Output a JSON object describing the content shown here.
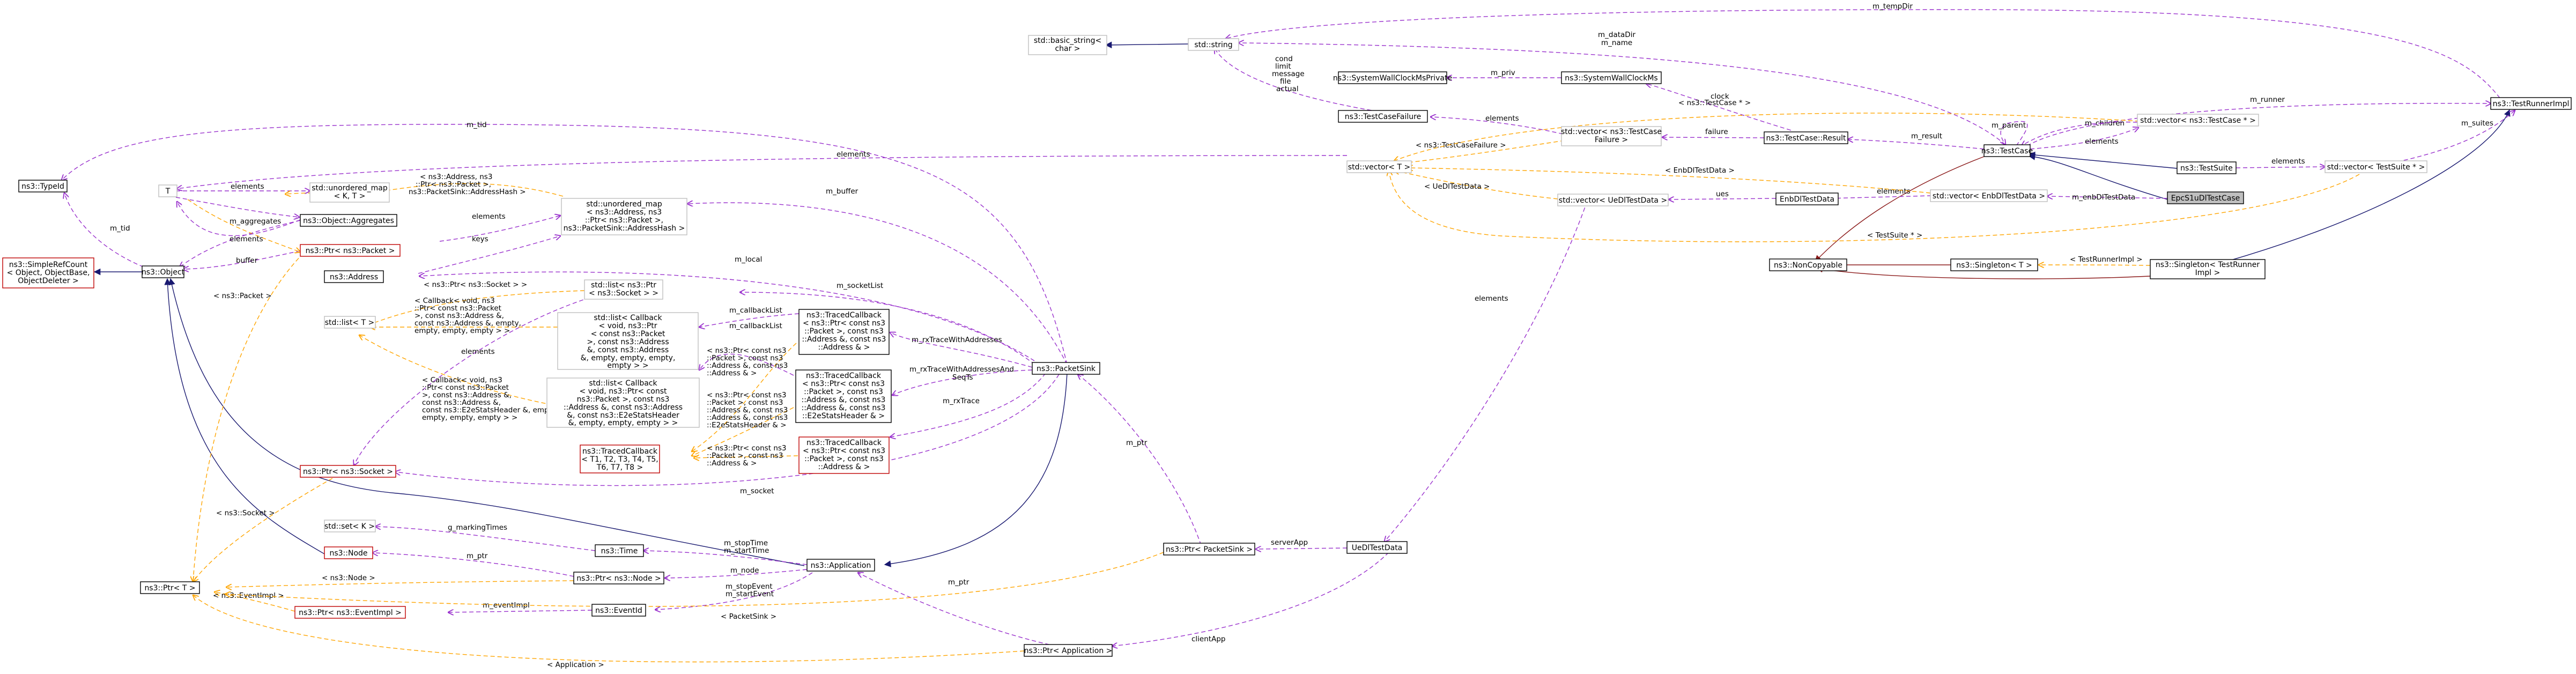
{
  "nodes": {
    "typeid": "ns3::TypeId",
    "simplerefcount": [
      "ns3::SimpleRefCount",
      "< Object, ObjectBase,",
      "ObjectDeleter >"
    ],
    "object": "ns3::Object",
    "t": "T",
    "unordered_map_k_t": [
      "std::unordered_map",
      "< K, T >"
    ],
    "aggregates": "ns3::Object::Aggregates",
    "ptr_packet": "ns3::Ptr< ns3::Packet >",
    "unordered_map_addr": [
      "std::unordered_map",
      "< ns3::Address, ns3",
      "::Ptr< ns3::Packet >,",
      "ns3::PacketSink::AddressHash >"
    ],
    "address": "ns3::Address",
    "list_t": "std::list< T >",
    "list_ptr_socket": [
      "std::list< ns3::Ptr",
      "< ns3::Socket > >"
    ],
    "list_callback1": [
      "std::list< Callback",
      "< void, ns3::Ptr",
      "< const ns3::Packet",
      ">, const ns3::Address",
      "&, const ns3::Address",
      "&, empty, empty, empty,",
      "empty > >"
    ],
    "list_callback2": [
      "std::list< Callback",
      "< void, ns3::Ptr< const",
      "ns3::Packet >, const ns3",
      "::Address &, const ns3::Address",
      "&, const ns3::E2eStatsHeader",
      "&, empty, empty, empty > >"
    ],
    "tracedcallback_generic": [
      "ns3::TracedCallback",
      "< T1, T2, T3, T4, T5,",
      "T6, T7, T8 >"
    ],
    "tracedcallback1": [
      "ns3::TracedCallback",
      "< ns3::Ptr< const ns3",
      "::Packet >, const ns3",
      "::Address &, const ns3",
      "::Address & >"
    ],
    "tracedcallback2": [
      "ns3::TracedCallback",
      "< ns3::Ptr< const ns3",
      "::Packet >, const ns3",
      "::Address &, const ns3",
      "::Address &, const ns3",
      "::E2eStatsHeader & >"
    ],
    "tracedcallback3": [
      "ns3::TracedCallback",
      "< ns3::Ptr< const ns3",
      "::Packet >, const ns3",
      "::Address & >"
    ],
    "packetsink": "ns3::PacketSink",
    "ptr_socket": "ns3::Ptr< ns3::Socket >",
    "set_k": "std::set< K >",
    "node": "ns3::Node",
    "ptr_t": "ns3::Ptr< T >",
    "ptr_eventimpl": "ns3::Ptr< ns3::EventImpl >",
    "time": "ns3::Time",
    "ptr_node": "ns3::Ptr< ns3::Node >",
    "eventid": "ns3::EventId",
    "application": "ns3::Application",
    "ptr_packetsink": "ns3::Ptr< PacketSink >",
    "ptr_application": "ns3::Ptr< Application >",
    "udpfdata": "UeDlTestData",
    "basic_string": [
      "std::basic_string<",
      "char >"
    ],
    "string": "std::string",
    "wallclockprivate": "ns3::SystemWallClockMsPrivate",
    "wallclock": "ns3::SystemWallClockMs",
    "testcasefailure": "ns3::TestCaseFailure",
    "vector_failure": [
      "std::vector< ns3::TestCase",
      "Failure >"
    ],
    "testcaseresult": "ns3::TestCase::Result",
    "vector_t": "std::vector< T >",
    "vector_uedl": "std::vector< UeDlTestData >",
    "enbdl": "EnbDlTestData",
    "vector_enbdl": "std::vector< EnbDlTestData >",
    "testcase": "ns3::TestCase",
    "vector_testcase": "std::vector< ns3::TestCase * >",
    "testsuite": "ns3::TestSuite",
    "vector_testsuite": "std::vector< TestSuite * >",
    "epcs1": "EpcS1uDlTestCase",
    "testrunnerimpl": "ns3::TestRunnerImpl",
    "noncopyable": "ns3::NonCopyable",
    "singleton_t": "ns3::Singleton< T >",
    "singleton_runner": [
      "ns3::Singleton< TestRunner",
      "Impl >"
    ]
  },
  "edges": {
    "m_tid": "m_tid",
    "m_tid2": "m_tid",
    "aggregates": "m_aggregates",
    "buffer": "buffer",
    "elements": "elements",
    "ns3_packet": "< ns3::Packet >",
    "addr_map": [
      "< ns3::Address, ns3",
      "::Ptr< ns3::Packet >,",
      "ns3::PacketSink::AddressHash >"
    ],
    "keys": "keys",
    "m_buffer": "m_buffer",
    "m_local": "m_local",
    "ptr_socket_tmpl": "< ns3::Ptr< ns3::Socket > >",
    "m_socketlist": "m_socketList",
    "callback1_tmpl": [
      "< Callback< void, ns3",
      "::Ptr< const ns3::Packet",
      ">, const ns3::Address &,",
      "const ns3::Address &, empty,",
      "empty, empty, empty > >"
    ],
    "callback2_tmpl": [
      "< Callback< void, ns3",
      "::Ptr< const ns3::Packet",
      ">, const ns3::Address &,",
      "const ns3::Address &,",
      "const ns3::E2eStatsHeader &, empty,",
      "empty, empty, empty > >"
    ],
    "m_callbacklist": "m_callbackList",
    "traced1_tmpl": [
      "< ns3::Ptr< const ns3",
      "::Packet >, const ns3",
      "::Address &, const ns3",
      "::Address & >"
    ],
    "traced2_tmpl": [
      "< ns3::Ptr< const ns3",
      "::Packet >, const ns3",
      "::Address &, const ns3",
      "::Address &, const ns3",
      "::E2eStatsHeader & >"
    ],
    "traced3_tmpl": [
      "< ns3::Ptr< const ns3",
      "::Packet >, const ns3",
      "::Address & >"
    ],
    "m_rxtraceaddr": "m_rxTraceWithAddresses",
    "m_rxtraceaddrseq": [
      "m_rxTraceWithAddressesAnd",
      "SeqTs"
    ],
    "m_rxtrace": "m_rxTrace",
    "m_socket": "m_socket",
    "socket_tmpl": "< ns3::Socket >",
    "m_markingtimes": "g_markingTimes",
    "m_ptr_node": "m_ptr",
    "node_tmpl": "< ns3::Node >",
    "m_starttime": [
      "m_stopTime",
      "m_startTime"
    ],
    "m_node": "m_node",
    "m_eventimpl": "m_eventImpl",
    "eventimpl_tmpl": "< ns3::EventImpl >",
    "m_stopevent": [
      "m_stopEvent",
      "m_startEvent"
    ],
    "m_ptr_app": "m_ptr",
    "packetsink_tmpl": "< PacketSink >",
    "application_tmpl": "< Application >",
    "m_ptr_sink": "m_ptr",
    "serverapp": "serverApp",
    "clientapp": "clientApp",
    "elements_uedl": "elements",
    "uedl_tmpl": "< UeDlTestData >",
    "m_uedl": "ues",
    "elements_enb": "elements",
    "enb_tmpl": "< EnbDlTestData >",
    "m_enbdl": "m_enbDlTestData",
    "m_tempdir": "m_tempDir",
    "m_datadir": [
      "m_dataDir",
      "m_name"
    ],
    "cond": [
      "cond",
      "limit",
      "message",
      "file",
      "actual"
    ],
    "m_priv": "m_priv",
    "clock": "clock",
    "elements_failure": "elements",
    "failure_tmpl": "< ns3::TestCaseFailure >",
    "failure": "failure",
    "m_result": "m_result",
    "testcase_tmpl": "< ns3::TestCase * >",
    "m_children": "m_children",
    "m_parent": "m_parent",
    "elements_tc": "elements",
    "m_runner": "m_runner",
    "m_suites": "m_suites",
    "elements_ts": "elements",
    "testsuite_tmpl": "< TestSuite * >",
    "runnerimpl_tmpl": "< TestRunnerImpl >",
    "elements_vt": "elements"
  }
}
